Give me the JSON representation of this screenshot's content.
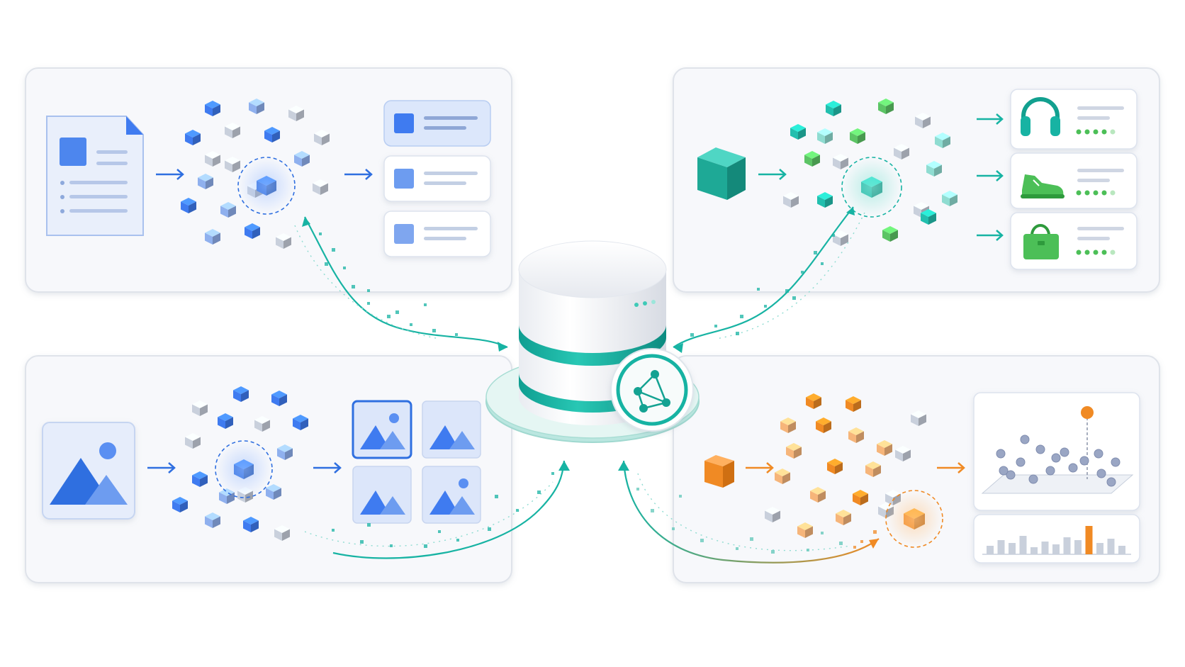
{
  "colors": {
    "background": "#ffffff",
    "panel_fill": "#f7f8fb",
    "panel_stroke": "#dfe3ea",
    "accent_blue": "#2f6fe0",
    "accent_teal": "#17b3a3",
    "accent_green": "#4cbf57",
    "accent_orange": "#f08a24",
    "neutral_cube": "#c9d0dc"
  },
  "panels": [
    {
      "id": "text-search",
      "icon": "document-icon",
      "cube_color": "blue",
      "results": "ranked-list"
    },
    {
      "id": "product-recommendation",
      "icon": "cube-icon",
      "cube_color": "teal-green",
      "results": [
        "headphones-icon",
        "sneaker-icon",
        "handbag-icon"
      ]
    },
    {
      "id": "image-search",
      "icon": "image-icon",
      "cube_color": "blue",
      "results": "image-grid"
    },
    {
      "id": "anomaly-detection",
      "icon": "cube-icon",
      "cube_color": "orange",
      "results": [
        "scatter-plot",
        "bar-chart"
      ]
    }
  ],
  "center": {
    "icon": "vector-database-icon",
    "badge": "graph-network-icon"
  }
}
